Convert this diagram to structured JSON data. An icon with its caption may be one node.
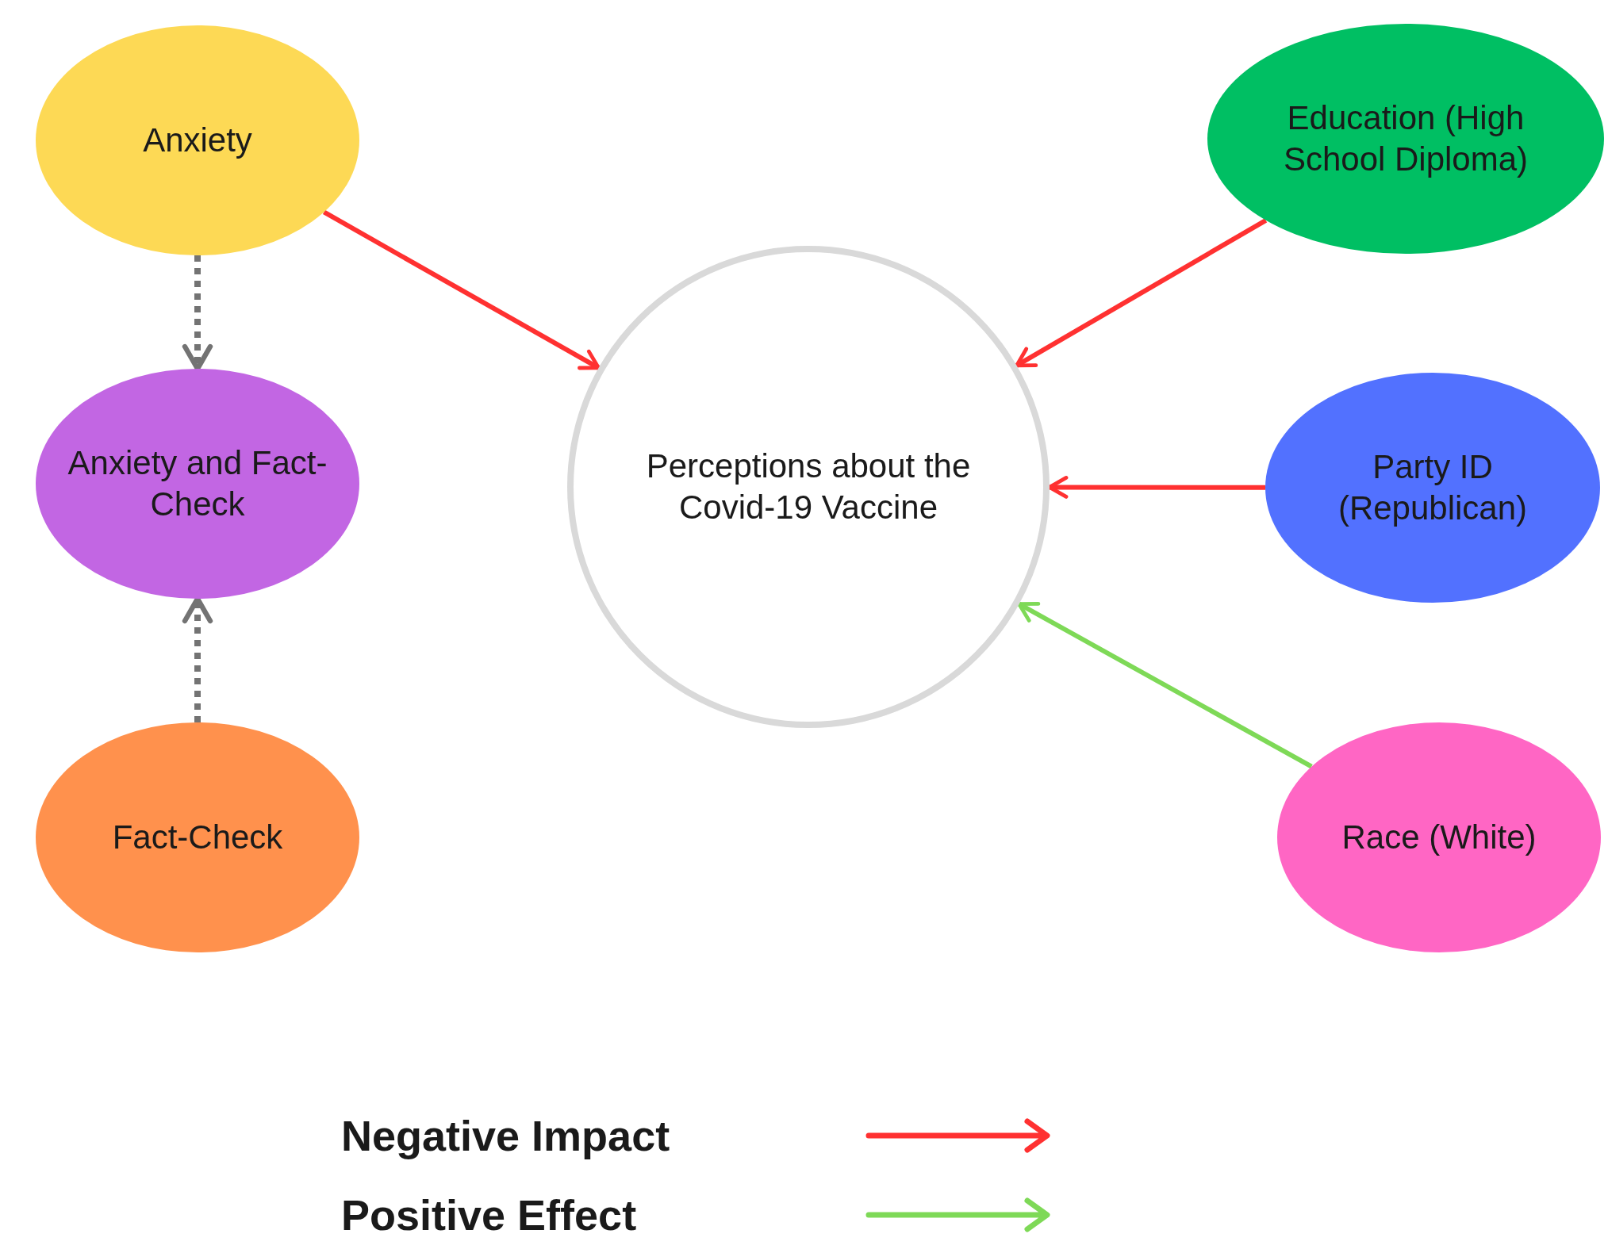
{
  "diagram": {
    "nodes": [
      {
        "text": [
          "Anxiety"
        ]
      },
      {
        "text": [
          "Education (High School Diploma)"
        ]
      },
      {
        "text": [
          "Anxiety and Fact-Check"
        ]
      },
      {
        "text": [
          "Perceptions about the Covid-19 Vaccine"
        ]
      },
      {
        "text": [
          "Party ID (Republican)"
        ]
      },
      {
        "text": [
          "Fact-Check"
        ]
      },
      {
        "text": [
          "Race (White)"
        ]
      }
    ],
    "edges": [
      {
        "from": 0,
        "to": 3,
        "arrow": "to"
      },
      {
        "from": 1,
        "to": 3,
        "arrow": "to"
      },
      {
        "from": 0,
        "to": 2,
        "arrow": "to",
        "style": "dashed",
        "color": "#737373"
      },
      {
        "from": 4,
        "to": 3,
        "arrow": "to"
      },
      {
        "from": 5,
        "to": 2,
        "arrow": "to",
        "style": "dashed",
        "color": "#737373"
      },
      {
        "from": 6,
        "to": 3,
        "arrow": "to",
        "color": "#7ed957"
      }
    ],
    "legend": [
      {
        "text": "Negative Impact"
      },
      {
        "text": "Positive Effect"
      }
    ]
  }
}
